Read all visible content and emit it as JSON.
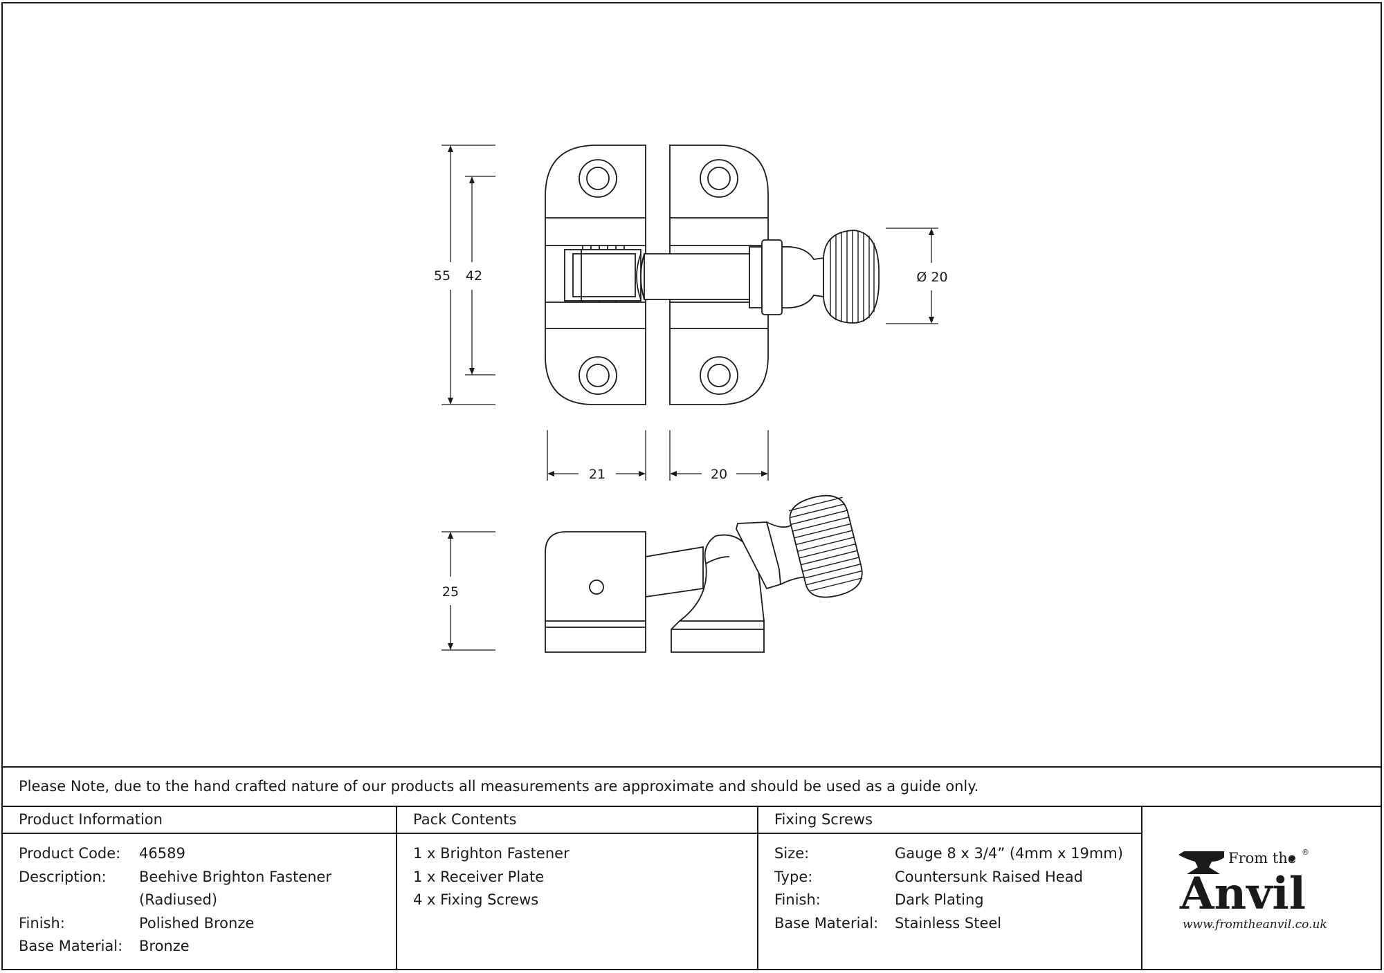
{
  "dimensions": {
    "height_overall": "55",
    "hole_centres": "42",
    "knob_diameter": "Ø 20",
    "plate_width_left": "21",
    "plate_width_right": "20",
    "side_height": "25"
  },
  "note": "Please Note, due to the hand crafted nature of our products all measurements are approximate and should be used as a guide only.",
  "product_information": {
    "heading": "Product Information",
    "rows": [
      {
        "label": "Product Code:",
        "value": "46589"
      },
      {
        "label": "Description:",
        "value": "Beehive Brighton Fastener"
      },
      {
        "label": "",
        "value": "(Radiused)"
      },
      {
        "label": "Finish:",
        "value": "Polished Bronze"
      },
      {
        "label": "Base Material:",
        "value": "Bronze"
      }
    ]
  },
  "pack_contents": {
    "heading": "Pack Contents",
    "items": [
      "1 x Brighton Fastener",
      "1 x Receiver Plate",
      "4 x Fixing Screws"
    ]
  },
  "fixing_screws": {
    "heading": "Fixing Screws",
    "rows": [
      {
        "label": "Size:",
        "value": "Gauge 8 x 3/4” (4mm x 19mm)"
      },
      {
        "label": "Type:",
        "value": "Countersunk Raised Head"
      },
      {
        "label": "Finish:",
        "value": "Dark Plating"
      },
      {
        "label": "Base Material:",
        "value": "Stainless Steel"
      }
    ]
  },
  "logo": {
    "line1": "From the",
    "line2": "Anvil",
    "mark": "®",
    "url": "www.fromtheanvil.co.uk"
  },
  "colors": {
    "ink": "#1a1a1a",
    "background": "#ffffff"
  }
}
